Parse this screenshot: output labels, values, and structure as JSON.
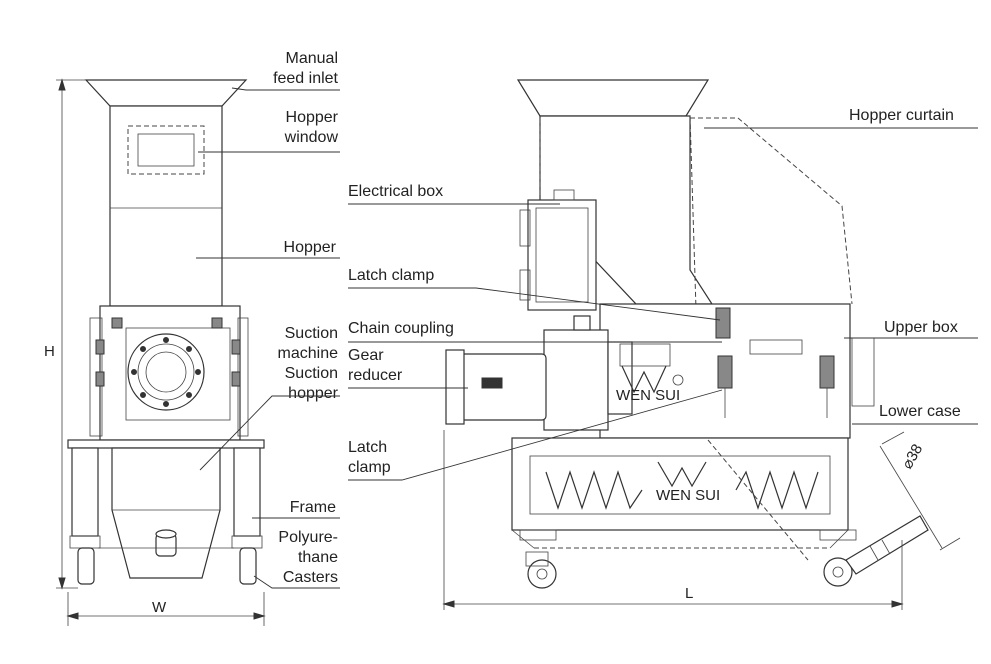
{
  "colors": {
    "line": "#333333",
    "text": "#222222",
    "background": "#ffffff"
  },
  "labels": {
    "manual_feed_inlet": [
      "Manual",
      "feed inlet"
    ],
    "hopper_window": [
      "Hopper",
      "window"
    ],
    "hopper": "Hopper",
    "suction": [
      "Suction",
      "machine",
      "Suction",
      "hopper"
    ],
    "frame": "Frame",
    "casters": [
      "Polyure-",
      "thane",
      "Casters"
    ],
    "hopper_curtain": "Hopper curtain",
    "electrical_box": "Electrical box",
    "latch_clamp_top": "Latch clamp",
    "chain_coupling": "Chain coupling",
    "gear_reducer": [
      "Gear",
      "reducer"
    ],
    "latch_clamp_bottom": [
      "Latch",
      "clamp"
    ],
    "upper_box": "Upper box",
    "lower_case": "Lower case"
  },
  "dimensions": {
    "height": "H",
    "width": "W",
    "length": "L",
    "diameter": "⌀38"
  },
  "brand": {
    "name": "WEN SUI"
  }
}
